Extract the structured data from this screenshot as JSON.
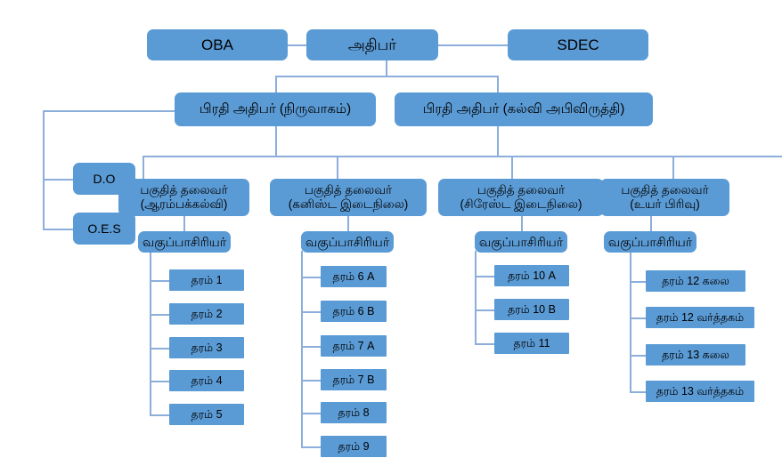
{
  "diagram": {
    "title_bar": null,
    "colors": {
      "box_fill": "#5B9BD5",
      "connector": "#8CAEDB",
      "text": "#000000",
      "background": "#FFFFFF"
    }
  },
  "top_row": {
    "left": "OBA",
    "center": "அதிபர்",
    "right": "SDEC"
  },
  "deputies": [
    "பிரதி  அதிபர்  (நிருவாகம்)",
    "பிரதி  அதிபர்  (கல்வி  அபிவிருத்தி)"
  ],
  "side_units": [
    "D.O",
    "O.E.S"
  ],
  "sections": [
    {
      "head": "பகுதித்  தலைவர்\n(ஆரம்பக்கல்வி)",
      "teacher": "வகுப்பாசிரியர்",
      "grades": [
        "தரம்  1",
        "தரம்  2",
        "தரம்  3",
        "தரம்  4",
        "தரம்  5"
      ]
    },
    {
      "head": "பகுதித்  தலைவர்\n(கனிஸ்ட  இடைநிலை)",
      "teacher": "வகுப்பாசிரியர்",
      "grades": [
        "தரம்  6  A",
        "தரம்  6  B",
        "தரம்  7  A",
        "தரம்  7  B",
        "தரம்  8",
        "தரம்  9"
      ]
    },
    {
      "head": "பகுதித்  தலைவர்\n(சிரேஸ்ட  இடைநிலை)",
      "teacher": "வகுப்பாசிரியர்",
      "grades": [
        "தரம்  10  A",
        "தரம்  10  B",
        "தரம்  11"
      ]
    },
    {
      "head": "பகுதித்  தலைவர்\n(உயர்  பிரிவு)",
      "teacher": "வகுப்பாசிரியர்",
      "grades": [
        "தரம்  12    கலை",
        "தரம்  12  வர்த்தகம்",
        "தரம்  13    கலை",
        "தரம்  13  வர்த்தகம்"
      ]
    }
  ]
}
